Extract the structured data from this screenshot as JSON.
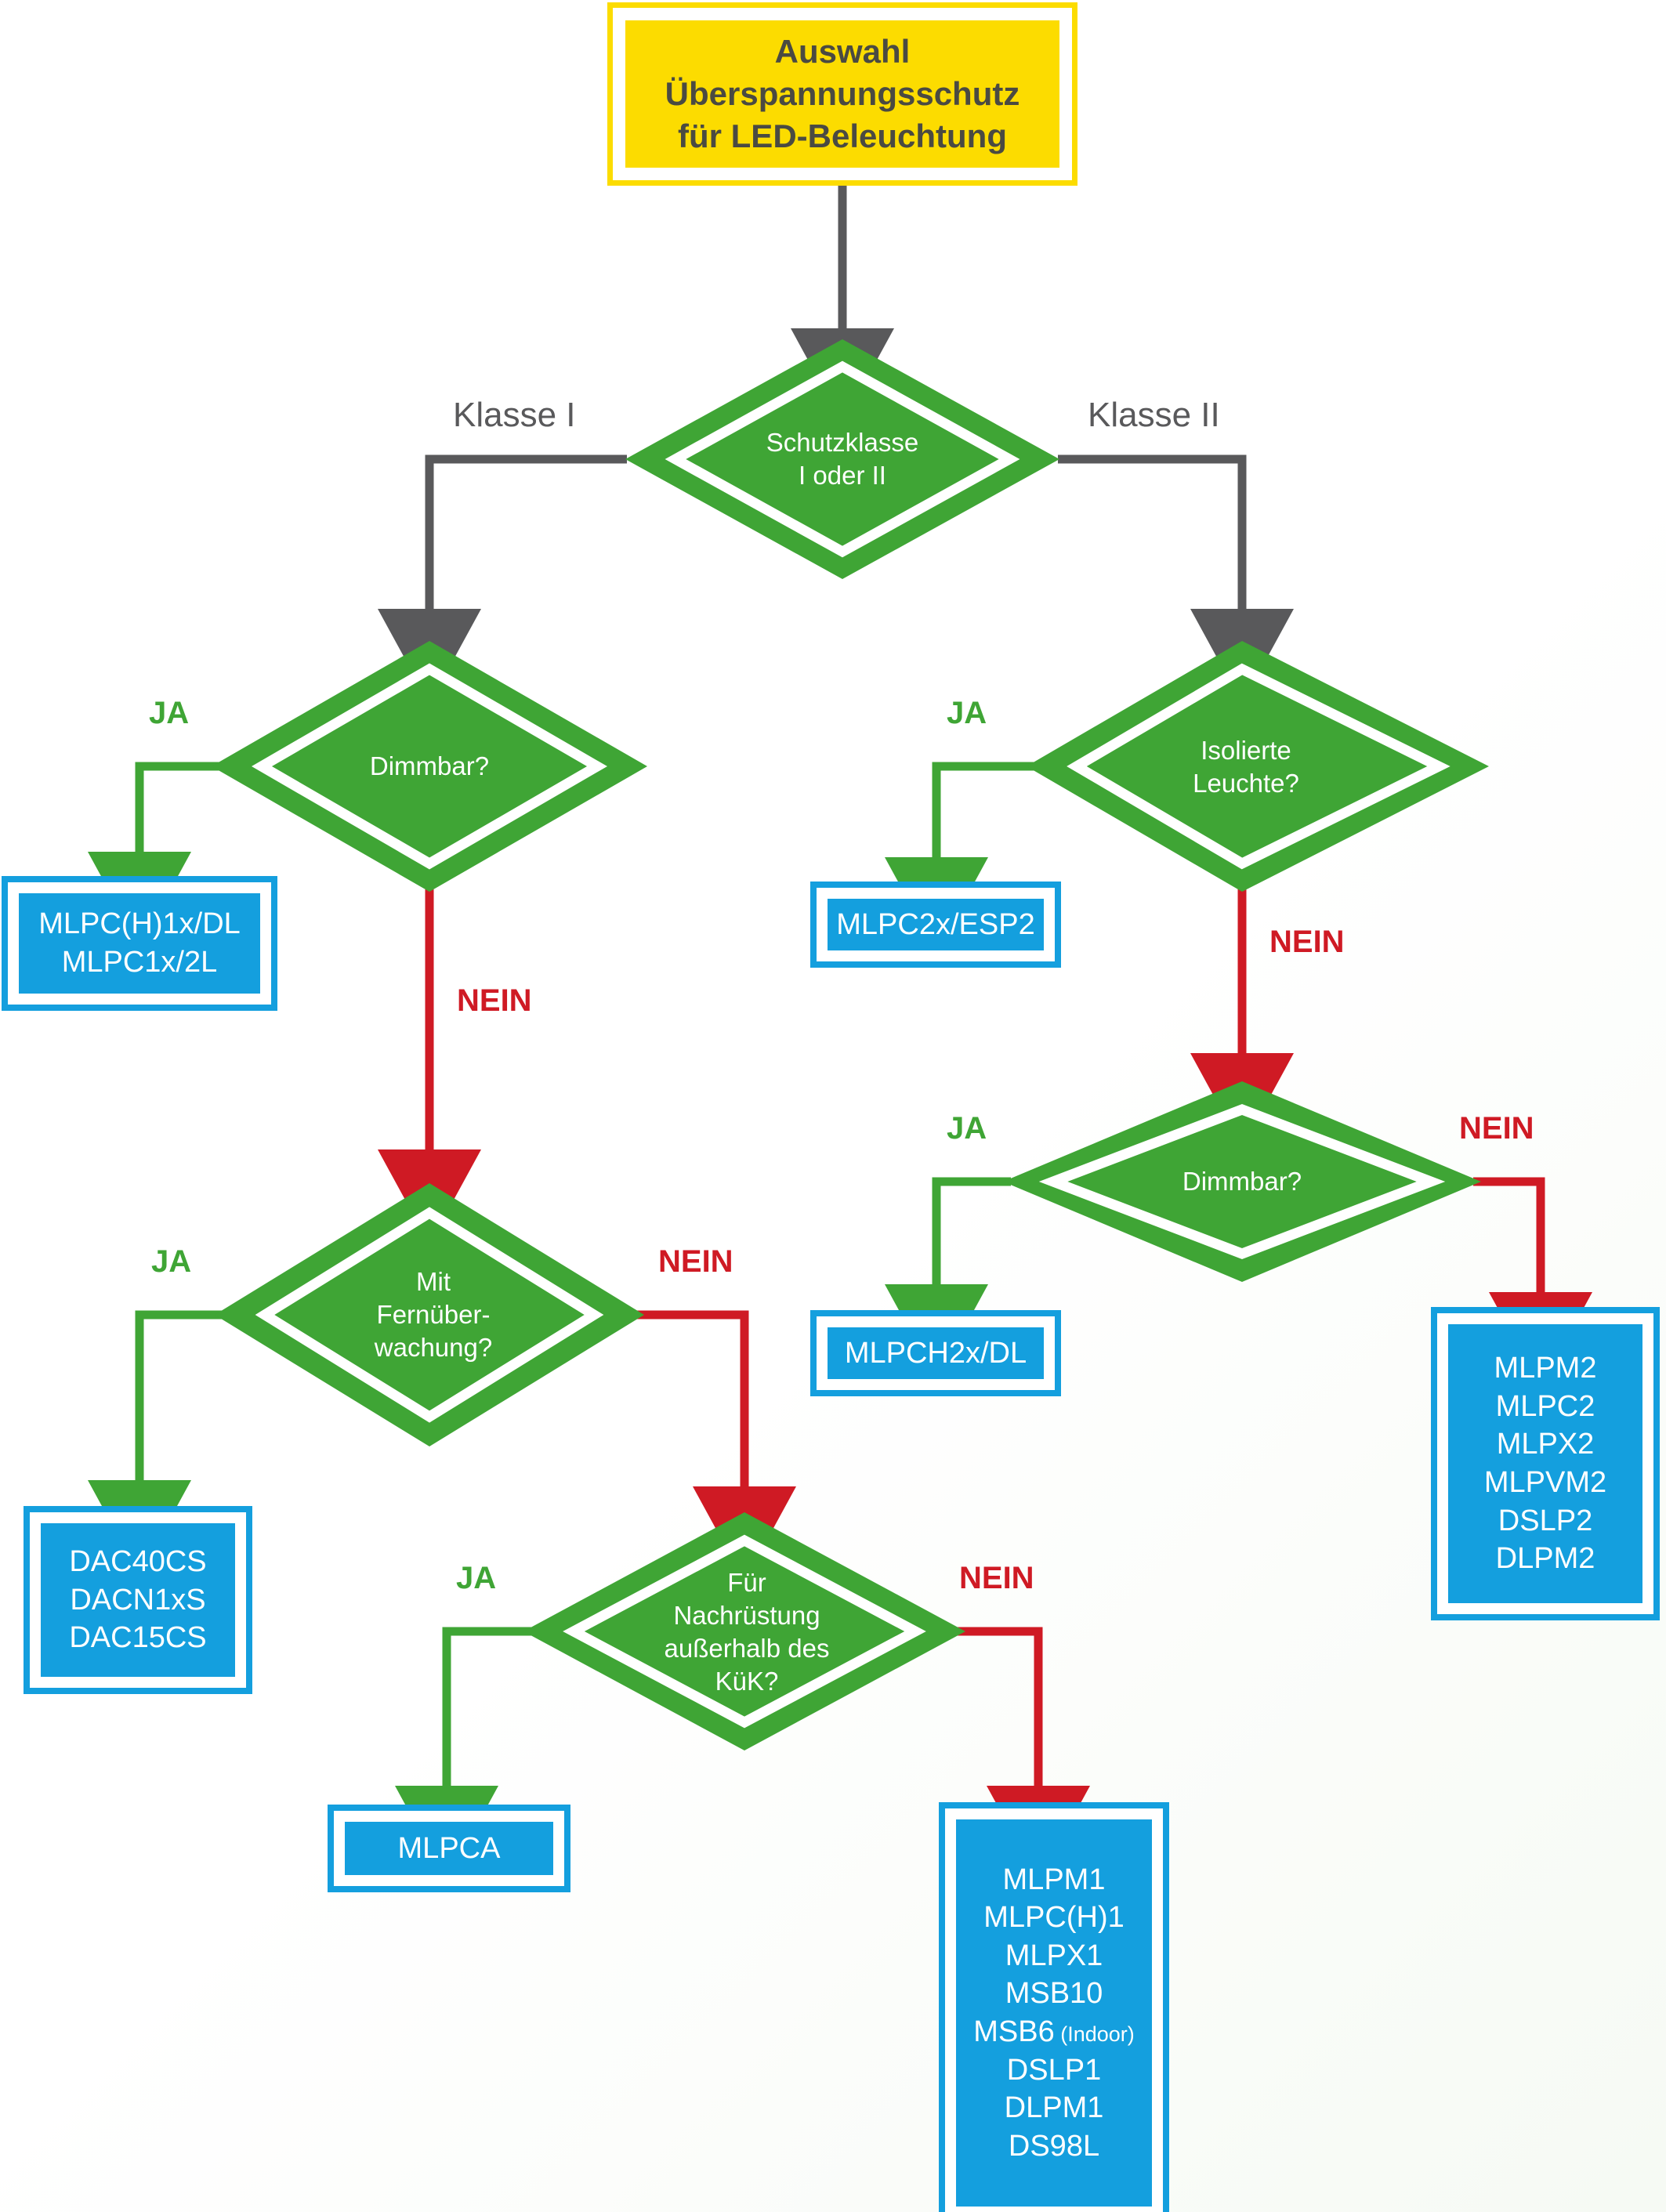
{
  "title": "Auswahl Überspannungsschutz für LED-Beleuchtung",
  "colors": {
    "start_fill": "#FCDC00",
    "start_text": "#4A4A42",
    "decision_fill": "#3FA535",
    "decision_text": "#FFFFFF",
    "result_fill": "#149FDE",
    "result_text": "#FFFFFF",
    "arrow_gray": "#59595B",
    "arrow_green": "#3FA535",
    "arrow_red": "#CF1A24",
    "inner_border": "#FFFFFF"
  },
  "start": {
    "line1": "Auswahl",
    "line2": "Überspannungsschutz",
    "line3": "für LED-Beleuchtung"
  },
  "decisions": {
    "schutzklasse": {
      "line1": "Schutzklasse",
      "line2": "I oder II"
    },
    "dimmbar_left": {
      "line1": "Dimmbar?"
    },
    "isolierte": {
      "line1": "Isolierte",
      "line2": "Leuchte?"
    },
    "dimmbar_right": {
      "line1": "Dimmbar?"
    },
    "fernueberwachung": {
      "line1": "Mit",
      "line2": "Fernüber-",
      "line3": "wachung?"
    },
    "nachruestung": {
      "line1": "Für",
      "line2": "Nachrüstung",
      "line3": "außerhalb des",
      "line4": "KüK?"
    }
  },
  "edge_labels": {
    "klasse_1": "Klasse I",
    "klasse_2": "Klasse II",
    "ja_dimmbar_left": "JA",
    "nein_dimmbar_left": "NEIN",
    "ja_isolierte": "JA",
    "nein_isolierte": "NEIN",
    "ja_dimmbar_right": "JA",
    "nein_dimmbar_right": "NEIN",
    "ja_fern": "JA",
    "nein_fern": "NEIN",
    "ja_nachr": "JA",
    "nein_nachr": "NEIN"
  },
  "results": {
    "mlpc1x": [
      "MLPC(H)1x/DL",
      "MLPC1x/2L"
    ],
    "mlpc2x_esp2": [
      "MLPC2x/ESP2"
    ],
    "mlpch2x_dl": [
      "MLPCH2x/DL"
    ],
    "dac": [
      "DAC40CS",
      "DACN1xS",
      "DAC15CS"
    ],
    "mlpca": [
      "MLPCA"
    ],
    "class2_list": [
      "MLPM2",
      "MLPC2",
      "MLPX2",
      "MLPVM2",
      "DSLP2",
      "DLPM2"
    ],
    "class1_list": [
      {
        "main": "MLPM1",
        "sub": ""
      },
      {
        "main": "MLPC(H)1",
        "sub": ""
      },
      {
        "main": "MLPX1",
        "sub": ""
      },
      {
        "main": "MSB10",
        "sub": ""
      },
      {
        "main": "MSB6",
        "sub": " (Indoor)"
      },
      {
        "main": "DSLP1",
        "sub": ""
      },
      {
        "main": "DLPM1",
        "sub": ""
      },
      {
        "main": "DS98L",
        "sub": ""
      }
    ]
  }
}
